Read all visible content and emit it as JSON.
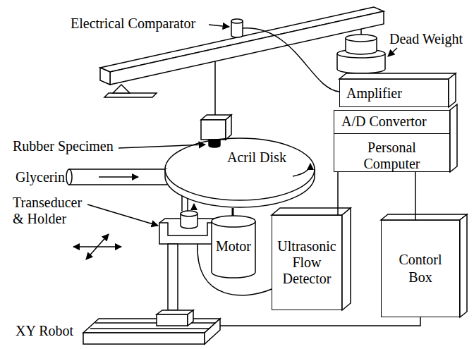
{
  "diagram": {
    "nodes": [
      {
        "text": [
          "Amplifier"
        ]
      },
      {
        "text": [
          "A/D Convertor",
          "Personal Computer"
        ]
      },
      {
        "text": [
          "Acril Disk"
        ]
      },
      {
        "text": [
          "Motor"
        ]
      },
      {
        "text": [
          "Ultrasonic Flow Detector"
        ]
      },
      {
        "text": [
          "Contorl Box"
        ]
      }
    ],
    "edges": [
      {
        "from": 1,
        "to": 4,
        "arrow": "none"
      },
      {
        "from": 1,
        "to": 5,
        "arrow": "none"
      }
    ],
    "labels": [
      "Dead Weight",
      "Electrical Comparator",
      "Rubber Specimen",
      "Glycerin",
      "Transeducer & Holder",
      "XY Robot"
    ]
  }
}
